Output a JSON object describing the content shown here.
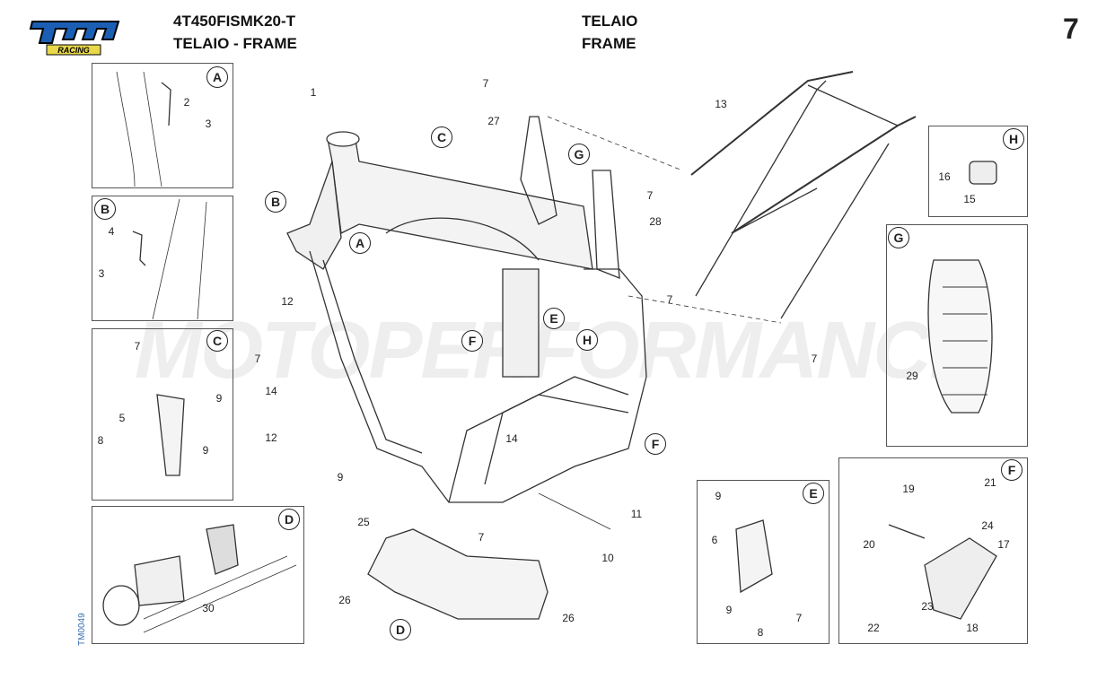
{
  "header": {
    "code": "4T450FISMK20-T",
    "title_left": "TELAIO - FRAME",
    "title_it": "TELAIO",
    "title_en": "FRAME",
    "page_number": "7"
  },
  "logo": {
    "text": "tm",
    "subtext": "RACING"
  },
  "watermark": "MOTOPERFORMANCE",
  "drawing_code": "TM0049",
  "insets": {
    "A": {
      "letter": "A",
      "labels": [
        "2",
        "3"
      ]
    },
    "B": {
      "letter": "B",
      "labels": [
        "4",
        "3"
      ]
    },
    "C": {
      "letter": "C",
      "labels": [
        "7",
        "9",
        "5",
        "8",
        "9"
      ]
    },
    "D": {
      "letter": "D",
      "labels": [
        "30"
      ]
    },
    "E": {
      "letter": "E",
      "labels": [
        "9",
        "6",
        "9",
        "7",
        "8"
      ]
    },
    "F": {
      "letter": "F",
      "labels": [
        "19",
        "21",
        "20",
        "24",
        "17",
        "23",
        "22",
        "18"
      ]
    },
    "G": {
      "letter": "G",
      "labels": [
        "29"
      ]
    },
    "H": {
      "letter": "H",
      "labels": [
        "16",
        "15"
      ]
    }
  },
  "main": {
    "labels": [
      "1",
      "7",
      "27",
      "7",
      "28",
      "12",
      "7",
      "14",
      "12",
      "9",
      "14",
      "11",
      "10",
      "7",
      "25",
      "26",
      "26",
      "13",
      "7",
      "7"
    ],
    "refs": [
      "C",
      "G",
      "B",
      "A",
      "E",
      "F",
      "H",
      "F",
      "D"
    ]
  }
}
